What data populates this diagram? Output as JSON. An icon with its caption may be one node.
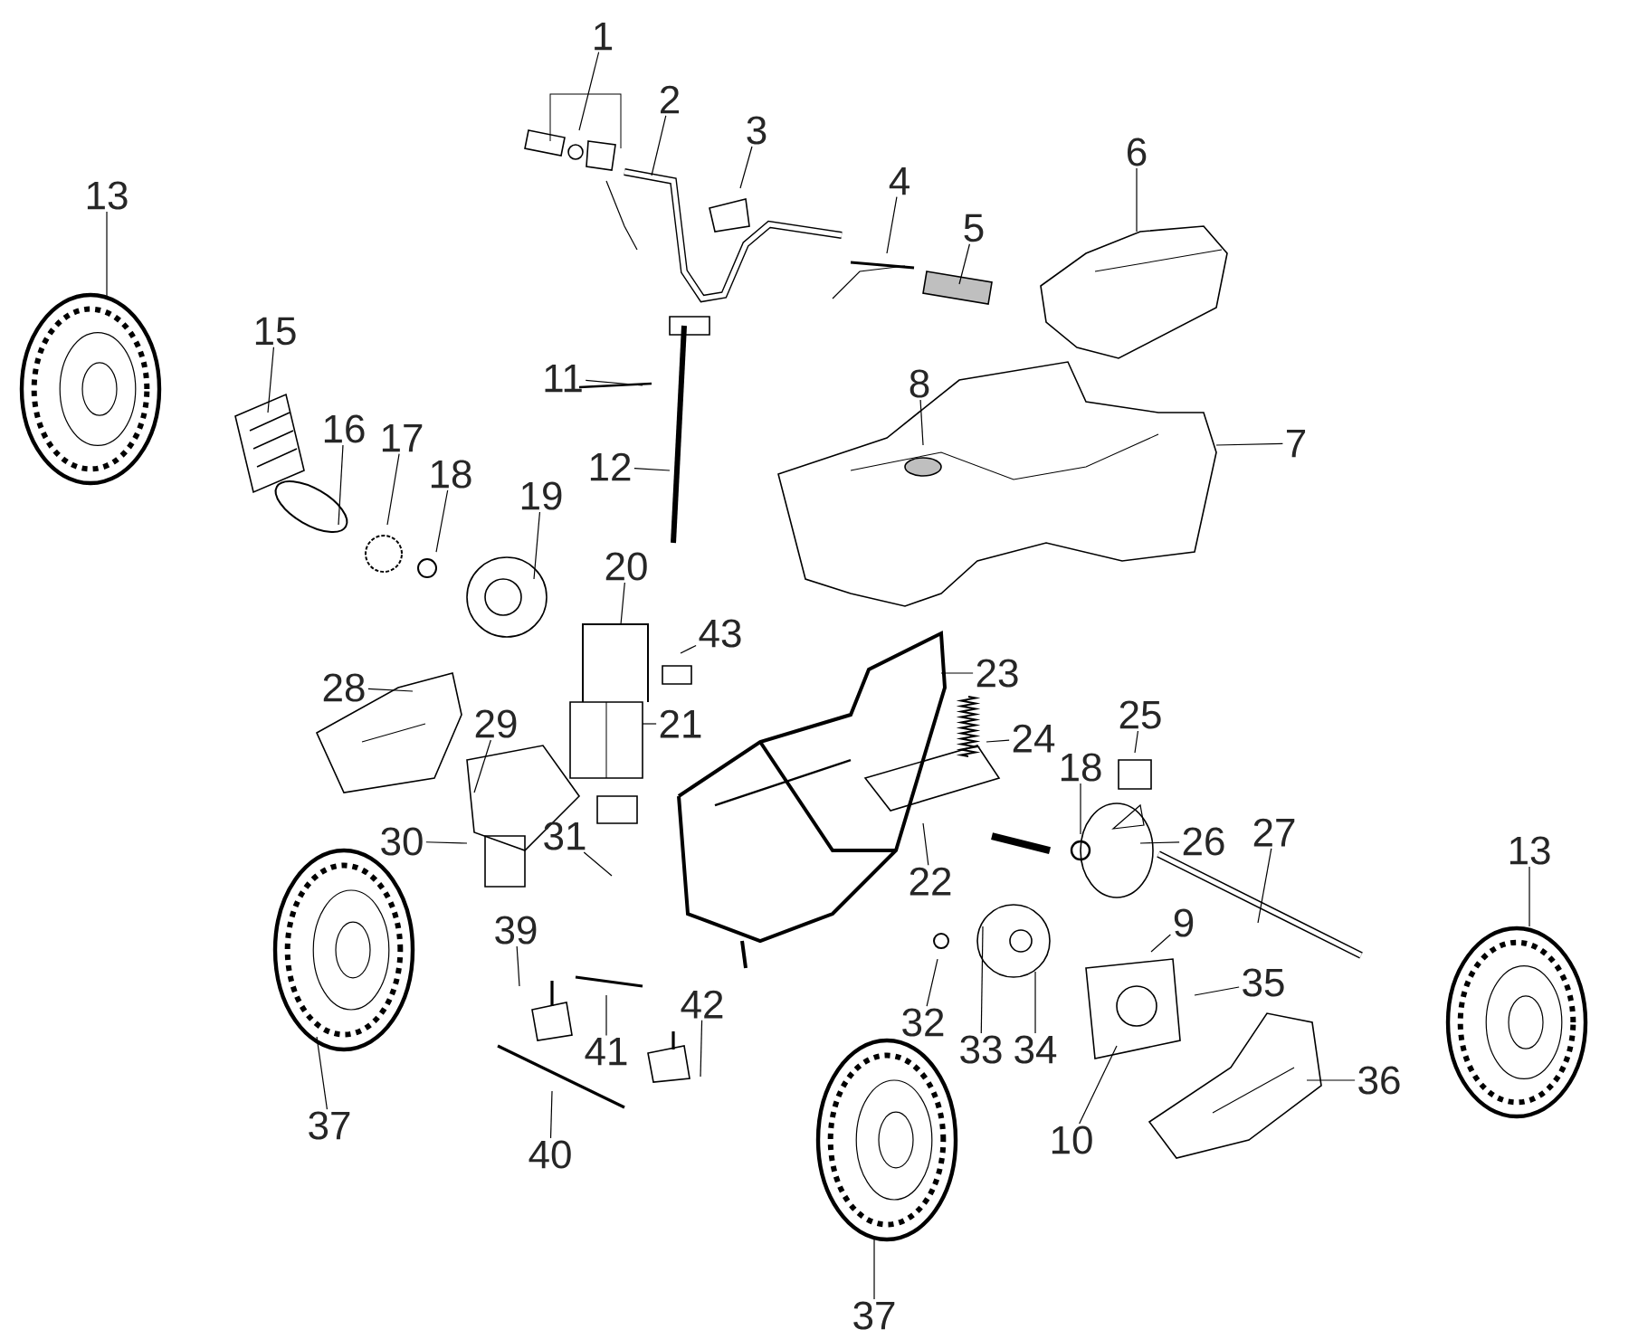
{
  "diagram": {
    "nodes": [
      {
        "text": [
          "1"
        ]
      },
      {
        "text": [
          "2"
        ]
      },
      {
        "text": [
          "3"
        ]
      },
      {
        "text": [
          "4"
        ]
      },
      {
        "text": [
          "5"
        ]
      },
      {
        "text": [
          "6"
        ]
      },
      {
        "text": [
          "13"
        ]
      },
      {
        "text": [
          "15"
        ]
      },
      {
        "text": [
          "16"
        ]
      },
      {
        "text": [
          "17"
        ]
      },
      {
        "text": [
          "18"
        ]
      },
      {
        "text": [
          "8"
        ]
      },
      {
        "text": [
          "7"
        ]
      },
      {
        "text": [
          "11"
        ]
      },
      {
        "text": [
          "12"
        ]
      },
      {
        "text": [
          "19"
        ]
      },
      {
        "text": [
          "20"
        ]
      },
      {
        "text": [
          "43"
        ]
      },
      {
        "text": [
          "28"
        ]
      },
      {
        "text": [
          "23"
        ]
      },
      {
        "text": [
          "21"
        ]
      },
      {
        "text": [
          "29"
        ]
      },
      {
        "text": [
          "24"
        ]
      },
      {
        "text": [
          "25"
        ]
      },
      {
        "text": [
          "18"
        ]
      },
      {
        "text": [
          "26"
        ]
      },
      {
        "text": [
          "27"
        ]
      },
      {
        "text": [
          "30"
        ]
      },
      {
        "text": [
          "31"
        ]
      },
      {
        "text": [
          "22"
        ]
      },
      {
        "text": [
          "9"
        ]
      },
      {
        "text": [
          "35"
        ]
      },
      {
        "text": [
          "13"
        ]
      },
      {
        "text": [
          "39"
        ]
      },
      {
        "text": [
          "41"
        ]
      },
      {
        "text": [
          "42"
        ]
      },
      {
        "text": [
          "32"
        ]
      },
      {
        "text": [
          "33"
        ]
      },
      {
        "text": [
          "34"
        ]
      },
      {
        "text": [
          "10"
        ]
      },
      {
        "text": [
          "36"
        ]
      },
      {
        "text": [
          "37"
        ]
      },
      {
        "text": [
          "40"
        ]
      },
      {
        "text": [
          "37"
        ]
      }
    ],
    "edges": [
      {
        "from": 0,
        "to": null,
        "arrow": "none"
      },
      {
        "from": 1,
        "to": null,
        "arrow": "none"
      },
      {
        "from": 2,
        "to": null,
        "arrow": "none"
      },
      {
        "from": 3,
        "to": null,
        "arrow": "none"
      },
      {
        "from": 4,
        "to": null,
        "arrow": "none"
      },
      {
        "from": 5,
        "to": null,
        "arrow": "none"
      },
      {
        "from": 6,
        "to": null,
        "arrow": "none"
      },
      {
        "from": 7,
        "to": null,
        "arrow": "none"
      },
      {
        "from": 8,
        "to": null,
        "arrow": "none"
      },
      {
        "from": 9,
        "to": null,
        "arrow": "none"
      },
      {
        "from": 10,
        "to": null,
        "arrow": "none"
      },
      {
        "from": 11,
        "to": null,
        "arrow": "none"
      },
      {
        "from": 12,
        "to": null,
        "arrow": "none"
      },
      {
        "from": 13,
        "to": null,
        "arrow": "none"
      },
      {
        "from": 14,
        "to": null,
        "arrow": "none"
      },
      {
        "from": 15,
        "to": null,
        "arrow": "none"
      },
      {
        "from": 16,
        "to": null,
        "arrow": "none"
      },
      {
        "from": 17,
        "to": null,
        "arrow": "none"
      },
      {
        "from": 18,
        "to": null,
        "arrow": "none"
      },
      {
        "from": 19,
        "to": null,
        "arrow": "none"
      },
      {
        "from": 20,
        "to": null,
        "arrow": "none"
      },
      {
        "from": 21,
        "to": null,
        "arrow": "none"
      },
      {
        "from": 22,
        "to": null,
        "arrow": "none"
      },
      {
        "from": 23,
        "to": null,
        "arrow": "none"
      },
      {
        "from": 24,
        "to": null,
        "arrow": "none"
      },
      {
        "from": 25,
        "to": null,
        "arrow": "none"
      },
      {
        "from": 26,
        "to": null,
        "arrow": "none"
      },
      {
        "from": 27,
        "to": null,
        "arrow": "none"
      },
      {
        "from": 28,
        "to": null,
        "arrow": "none"
      },
      {
        "from": 29,
        "to": null,
        "arrow": "none"
      },
      {
        "from": 30,
        "to": null,
        "arrow": "none"
      },
      {
        "from": 31,
        "to": null,
        "arrow": "none"
      },
      {
        "from": 32,
        "to": null,
        "arrow": "none"
      },
      {
        "from": 33,
        "to": null,
        "arrow": "none"
      },
      {
        "from": 34,
        "to": null,
        "arrow": "none"
      },
      {
        "from": 35,
        "to": null,
        "arrow": "none"
      },
      {
        "from": 36,
        "to": null,
        "arrow": "none"
      },
      {
        "from": 37,
        "to": null,
        "arrow": "none"
      },
      {
        "from": 38,
        "to": null,
        "arrow": "none"
      },
      {
        "from": 39,
        "to": null,
        "arrow": "none"
      },
      {
        "from": 40,
        "to": null,
        "arrow": "none"
      },
      {
        "from": 41,
        "to": null,
        "arrow": "none"
      },
      {
        "from": 42,
        "to": null,
        "arrow": "none"
      },
      {
        "from": 43,
        "to": null,
        "arrow": "none"
      }
    ]
  }
}
